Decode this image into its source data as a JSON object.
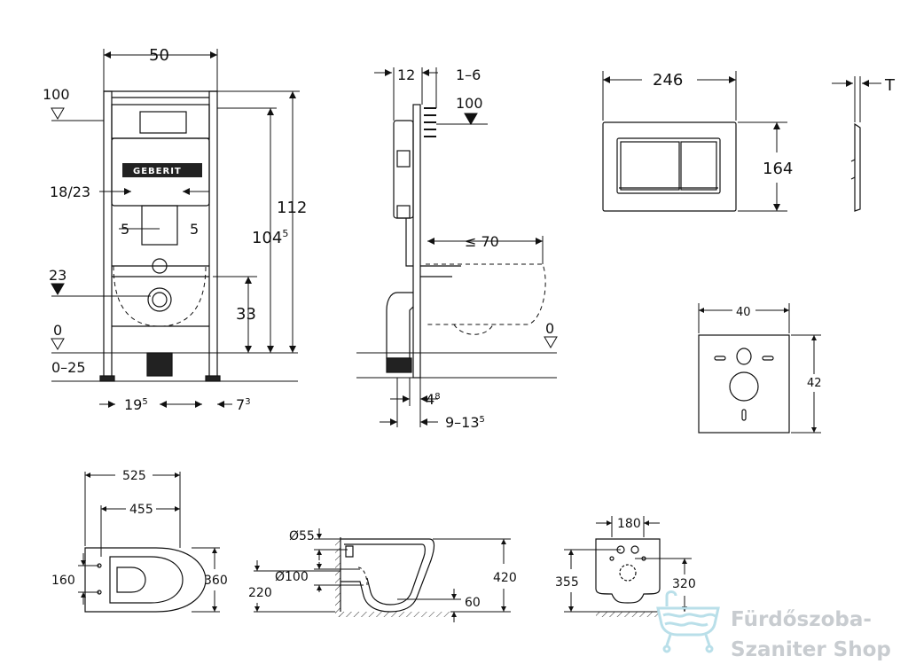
{
  "frame_front": {
    "width": "50",
    "level_100": "100",
    "gap": "18/23",
    "offset_left": "5",
    "offset_right": "5",
    "level_23": "23",
    "level_0": "0",
    "floor_range": "0–25",
    "height_33": "33",
    "height_104_base": "104",
    "height_104_sup": "5",
    "height_112": "112",
    "foot_19_base": "19",
    "foot_19_sup": "5",
    "foot_7_base": "7",
    "foot_7_sup": "3",
    "brand": "GEBERIT"
  },
  "frame_side": {
    "depth_12": "12",
    "depth_1_6": "1–6",
    "level_100": "100",
    "reach_70": "≤ 70",
    "level_0": "0",
    "depth_4_base": "4",
    "depth_4_sup": "8",
    "depth_9_base": "9–13",
    "depth_9_sup": "5"
  },
  "plate": {
    "width": "246",
    "height": "164",
    "thickness": "T"
  },
  "mat": {
    "width": "40",
    "height": "42"
  },
  "bowl_top": {
    "length_525": "525",
    "length_455": "455",
    "fix_160": "160",
    "width_360": "360"
  },
  "bowl_side": {
    "dia_55": "Ø55",
    "dia_100": "Ø100",
    "height_220": "220",
    "height_60": "60",
    "height_420": "420"
  },
  "bowl_back": {
    "spacing_180": "180",
    "height_355": "355",
    "height_320": "320"
  },
  "watermark": {
    "line1": "Fürdőszoba-",
    "line2": "Szaniter Shop"
  }
}
